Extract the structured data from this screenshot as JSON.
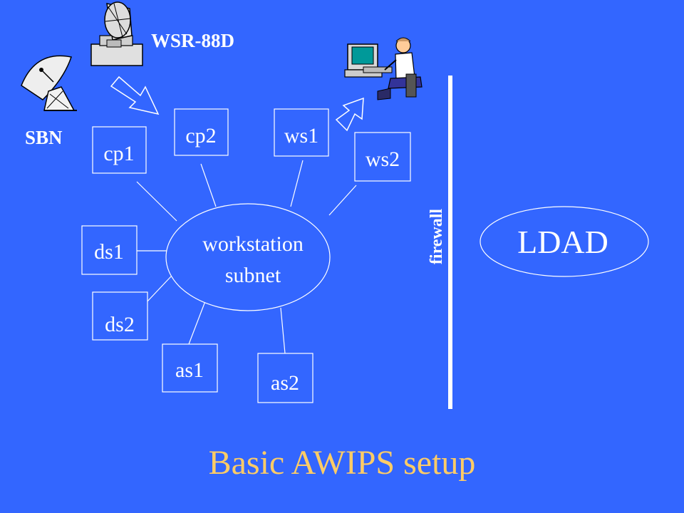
{
  "title": "Basic AWIPS setup",
  "labels": {
    "wsr": "WSR-88D",
    "sbn": "SBN",
    "firewall": "firewall",
    "ldad": "LDAD",
    "subnet_line1": "workstation",
    "subnet_line2": "subnet"
  },
  "nodes": {
    "cp1": "cp1",
    "cp2": "cp2",
    "ws1": "ws1",
    "ws2": "ws2",
    "ds1": "ds1",
    "ds2": "ds2",
    "as1": "as1",
    "as2": "as2"
  },
  "icons": [
    "radar-dish-icon",
    "satellite-dish-icon",
    "workstation-user-icon",
    "arrow-icon"
  ],
  "colors": {
    "background": "#3366ff",
    "title": "#ffcc66",
    "foreground": "#ffffff"
  }
}
